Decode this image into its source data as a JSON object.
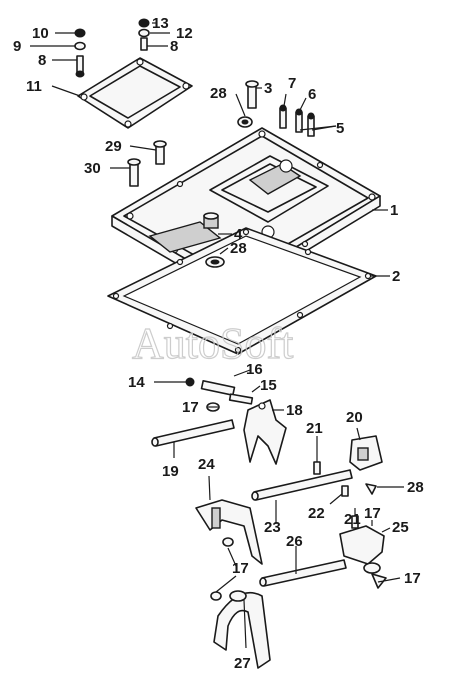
{
  "watermark": "AutoSoft",
  "callouts": [
    {
      "id": "c10",
      "text": "10"
    },
    {
      "id": "c9",
      "text": "9"
    },
    {
      "id": "c13",
      "text": "13"
    },
    {
      "id": "c12",
      "text": "12"
    },
    {
      "id": "c8a",
      "text": "8"
    },
    {
      "id": "c8b",
      "text": "8"
    },
    {
      "id": "c11",
      "text": "11"
    },
    {
      "id": "c28a",
      "text": "28"
    },
    {
      "id": "c3",
      "text": "3"
    },
    {
      "id": "c7",
      "text": "7"
    },
    {
      "id": "c6",
      "text": "6"
    },
    {
      "id": "c5",
      "text": "5"
    },
    {
      "id": "c29",
      "text": "29"
    },
    {
      "id": "c30",
      "text": "30"
    },
    {
      "id": "c1",
      "text": "1"
    },
    {
      "id": "c4",
      "text": "4"
    },
    {
      "id": "c28b",
      "text": "28"
    },
    {
      "id": "c2",
      "text": "2"
    },
    {
      "id": "c16",
      "text": "16"
    },
    {
      "id": "c14",
      "text": "14"
    },
    {
      "id": "c15",
      "text": "15"
    },
    {
      "id": "c17a",
      "text": "17"
    },
    {
      "id": "c18",
      "text": "18"
    },
    {
      "id": "c20",
      "text": "20"
    },
    {
      "id": "c21a",
      "text": "21"
    },
    {
      "id": "c19",
      "text": "19"
    },
    {
      "id": "c24",
      "text": "24"
    },
    {
      "id": "c28c",
      "text": "28"
    },
    {
      "id": "c22",
      "text": "22"
    },
    {
      "id": "c21b",
      "text": "21"
    },
    {
      "id": "c17b",
      "text": "17"
    },
    {
      "id": "c25",
      "text": "25"
    },
    {
      "id": "c23",
      "text": "23"
    },
    {
      "id": "c26",
      "text": "26"
    },
    {
      "id": "c17c",
      "text": "17"
    },
    {
      "id": "c17d",
      "text": "17"
    },
    {
      "id": "c27",
      "text": "27"
    }
  ],
  "colors": {
    "ink": "#1a1a1a",
    "background": "#ffffff",
    "watermark": "#c8c8c8"
  }
}
